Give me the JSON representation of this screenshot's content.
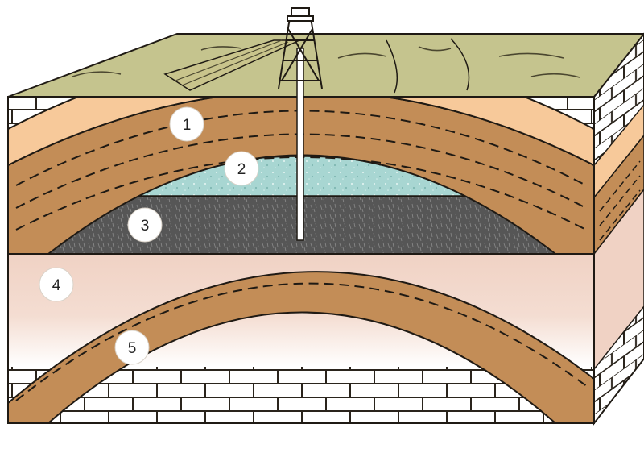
{
  "colors": {
    "surface": "#c5c48e",
    "surface_lines": "#4b4730",
    "shale": "#c38d57",
    "sandstone_cap": "#f7c99a",
    "gas": "#a8d6d2",
    "oil": "#565656",
    "water_sand": "#f2d6c8",
    "limestone_fill": "#ffffff",
    "outline": "#1f1a14",
    "marker_fill": "#ffffff"
  },
  "markers": [
    {
      "label": "1"
    },
    {
      "label": "2"
    },
    {
      "label": "3"
    },
    {
      "label": "4"
    },
    {
      "label": "5"
    }
  ],
  "icons": [
    "oil-derrick-icon",
    "well-pipe-icon"
  ]
}
